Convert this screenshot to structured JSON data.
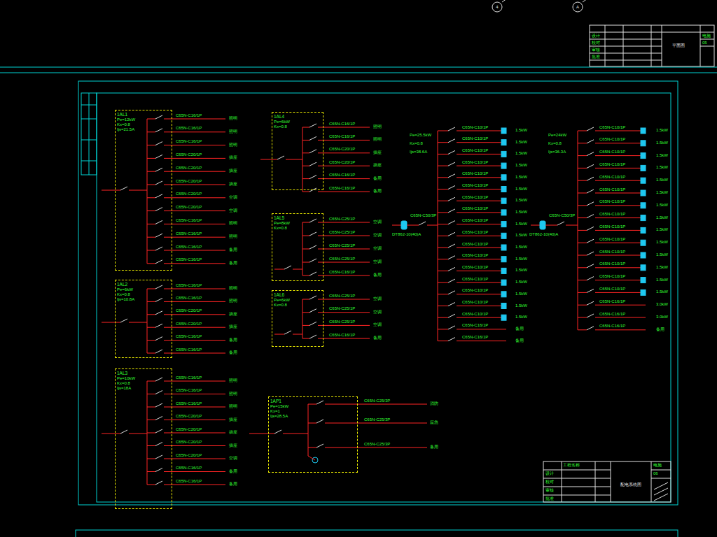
{
  "diagram": {
    "nodes": [
      {
        "text": [
          "1AL1",
          "Pe=12kW Kx=0.8 Ijs=21.5A"
        ]
      },
      {
        "text": [
          "1AL2",
          "Pe=6kW Kx=0.8 Ijs=10.8A"
        ]
      },
      {
        "text": [
          "1AL3",
          "Pe=10kW Kx=0.8 Ijs=18A"
        ]
      },
      {
        "text": [
          "1AL4",
          "Pe=6kW Kx=0.8"
        ]
      },
      {
        "text": [
          "1AL5",
          "Pe=8kW Kx=0.8"
        ]
      },
      {
        "text": [
          "1AL6",
          "Pe=6kW Kx=0.8"
        ]
      },
      {
        "text": [
          "1AP1",
          "Pe=15kW Kx=1 Ijs=28.5A"
        ]
      }
    ],
    "labels": [
      "C65N-C16/1P",
      "照明",
      "C65N-C16/1P",
      "照明",
      "C65N-C16/1P",
      "照明",
      "C65N-C20/1P",
      "插座",
      "C65N-C20/1P",
      "插座",
      "C65N-C20/1P",
      "插座",
      "C65N-C20/1P",
      "空调",
      "C65N-C20/1P",
      "空调",
      "C65N-C16/1P",
      "照明",
      "C65N-C16/1P",
      "照明",
      "C65N-C16/1P",
      "备用",
      "C65N-C16/1P",
      "备用",
      "C65N-C16/1P",
      "照明",
      "C65N-C16/1P",
      "照明",
      "C65N-C20/1P",
      "插座",
      "C65N-C20/1P",
      "插座",
      "C65N-C16/1P",
      "备用",
      "C65N-C16/1P",
      "备用",
      "C65N-C16/1P",
      "照明",
      "C65N-C16/1P",
      "照明",
      "C65N-C16/1P",
      "照明",
      "C65N-C20/1P",
      "插座",
      "C65N-C20/1P",
      "插座",
      "C65N-C20/1P",
      "插座",
      "C65N-C20/1P",
      "空调",
      "C65N-C16/1P",
      "备用",
      "C65N-C16/1P",
      "备用",
      "C65N-C16/1P",
      "照明",
      "C65N-C16/1P",
      "照明",
      "C65N-C20/1P",
      "插座",
      "C65N-C20/1P",
      "插座",
      "C65N-C16/1P",
      "备用",
      "C65N-C16/1P",
      "备用",
      "C65N-C25/1P",
      "空调",
      "C65N-C25/1P",
      "空调",
      "C65N-C25/1P",
      "空调",
      "C65N-C25/1P",
      "空调",
      "C65N-C16/1P",
      "备用",
      "C65N-C25/1P",
      "空调",
      "C65N-C25/1P",
      "空调",
      "C65N-C25/1P",
      "空调",
      "C65N-C16/1P",
      "备用",
      "C65N-C25/3P",
      "消防",
      "C65N-C25/3P",
      "应急",
      "C65N-C25/3P",
      "备用",
      "C65N-C10/1P",
      "1.5kW",
      "C65N-C10/1P",
      "1.5kW",
      "C65N-C10/1P",
      "1.5kW",
      "C65N-C10/1P",
      "1.5kW",
      "C65N-C10/1P",
      "1.5kW",
      "C65N-C10/1P",
      "1.5kW",
      "C65N-C10/1P",
      "1.5kW",
      "C65N-C10/1P",
      "1.5kW",
      "C65N-C10/1P",
      "1.5kW",
      "C65N-C10/1P",
      "1.5kW",
      "C65N-C10/1P",
      "1.5kW",
      "C65N-C10/1P",
      "1.5kW",
      "C65N-C10/1P",
      "1.5kW",
      "C65N-C10/1P",
      "1.5kW",
      "C65N-C10/1P",
      "1.5kW",
      "C65N-C10/1P",
      "1.5kW",
      "C65N-C10/1P",
      "1.5kW",
      "C65N-C16/1P",
      "备用",
      "C65N-C16/1P",
      "备用",
      "C65N-C10/1P",
      "1.5kW",
      "C65N-C10/1P",
      "1.5kW",
      "C65N-C10/1P",
      "1.5kW",
      "C65N-C10/1P",
      "1.5kW",
      "C65N-C10/1P",
      "1.5kW",
      "C65N-C10/1P",
      "1.5kW",
      "C65N-C10/1P",
      "1.5kW",
      "C65N-C10/1P",
      "1.5kW",
      "C65N-C10/1P",
      "1.5kW",
      "C65N-C10/1P",
      "1.5kW",
      "C65N-C10/1P",
      "1.5kW",
      "C65N-C10/1P",
      "1.5kW",
      "C65N-C10/1P",
      "1.5kW",
      "C65N-C10/1P",
      "1.5kW",
      "C65N-C16/1P",
      "3.0kW",
      "C65N-C16/1P",
      "3.0kW",
      "C65N-C16/1P",
      "备用",
      "Pe=25.5kW",
      "Kx=0.8",
      "Ijs=38.6A",
      "C65N-C50/3P",
      "DT862-10(40)A",
      "Pe=24kW",
      "Kx=0.8",
      "Ijs=36.3A",
      "C65N-C50/3P",
      "DT862-10(40)A",
      "工程名称",
      "设计",
      "校对",
      "审核",
      "批准",
      "配电系统图",
      "电施",
      "06",
      "设计",
      "校对",
      "审核",
      "批准",
      "平面图",
      "电施",
      "05",
      "4",
      "A"
    ]
  }
}
